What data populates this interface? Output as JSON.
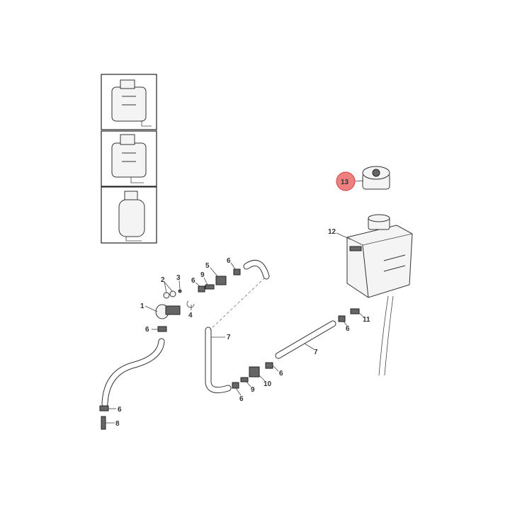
{
  "diagram": {
    "title": "Coolant reservoir and hose assembly parts diagram",
    "highlight_color": "#f08080",
    "callouts": [
      {
        "id": "c1",
        "label": "1"
      },
      {
        "id": "c2",
        "label": "2"
      },
      {
        "id": "c3",
        "label": "3"
      },
      {
        "id": "c4",
        "label": "4"
      },
      {
        "id": "c5",
        "label": "5"
      },
      {
        "id": "c6a",
        "label": "6"
      },
      {
        "id": "c9a",
        "label": "9"
      },
      {
        "id": "c6b",
        "label": "6"
      },
      {
        "id": "c6c",
        "label": "6"
      },
      {
        "id": "c7a",
        "label": "7"
      },
      {
        "id": "c7b",
        "label": "7"
      },
      {
        "id": "c6d",
        "label": "6"
      },
      {
        "id": "c10",
        "label": "10"
      },
      {
        "id": "c9b",
        "label": "9"
      },
      {
        "id": "c6e",
        "label": "6"
      },
      {
        "id": "c6f",
        "label": "6"
      },
      {
        "id": "c11",
        "label": "11"
      },
      {
        "id": "c12",
        "label": "12"
      },
      {
        "id": "c13",
        "label": "13"
      },
      {
        "id": "c6g",
        "label": "6"
      },
      {
        "id": "c8",
        "label": "8"
      }
    ]
  }
}
